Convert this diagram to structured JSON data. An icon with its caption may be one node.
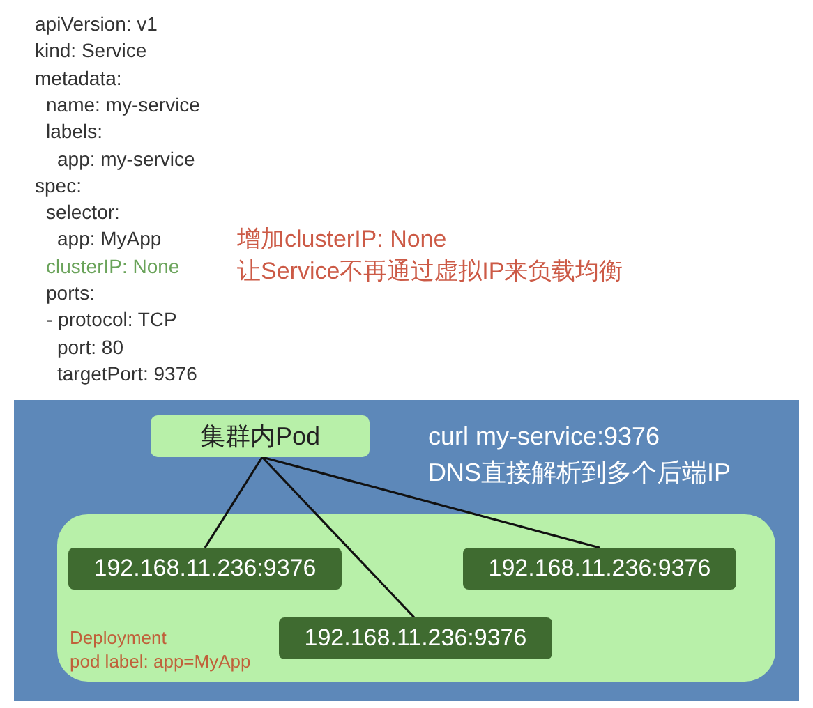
{
  "diagram": {
    "nodes": [
      {
        "text": [
          "curl my-service:9376",
          "DNS直接解析到多个后端IP"
        ]
      },
      {
        "text": [
          "集群内Pod"
        ],
        "in": 0
      },
      {
        "text": [
          "Deployment",
          "pod label: app=MyApp"
        ],
        "in": 0
      },
      {
        "text": [
          "192.168.11.236:9376"
        ],
        "in": 2
      },
      {
        "text": [
          "192.168.11.236:9376"
        ],
        "in": 2
      },
      {
        "text": [
          "192.168.11.236:9376"
        ],
        "in": 2
      }
    ],
    "edges": [
      {
        "from": 1,
        "to": 3,
        "arrow": "none"
      },
      {
        "from": 1,
        "to": 5,
        "arrow": "none"
      },
      {
        "from": 1,
        "to": 4,
        "arrow": "none"
      }
    ],
    "labels": [
      "apiVersion: v1",
      "kind: Service",
      "metadata:",
      "name: my-service",
      "labels:",
      "app: my-service",
      "spec:",
      "selector:",
      "app: MyApp",
      "clusterIP: None",
      "ports:",
      "- protocol: TCP",
      "port: 80",
      "targetPort: 9376",
      "增加clusterIP: None",
      "让Service不再通过虚拟IP来负载均衡"
    ]
  }
}
